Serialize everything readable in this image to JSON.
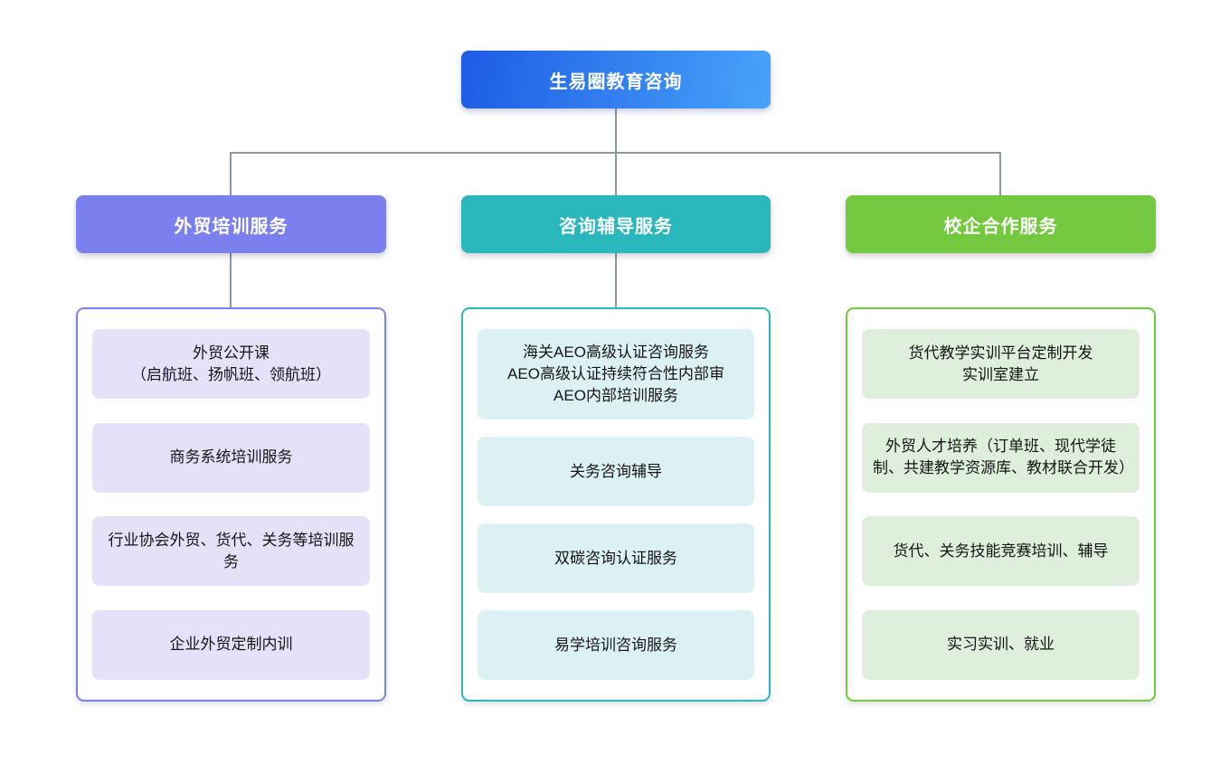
{
  "root": {
    "label": "生易圈教育咨询",
    "colors": {
      "gradient_from": "#1e5ce4",
      "gradient_to": "#47a3fa"
    }
  },
  "connector_color": "#8b97a3",
  "branches": [
    {
      "label": "外贸培训服务",
      "colors": {
        "accent": "#7b80ee",
        "item_bg": "#e4e1f8"
      },
      "items": [
        "外贸公开课\n（启航班、扬帆班、领航班）",
        "商务系统培训服务",
        "行业协会外贸、货代、关务等培训服务",
        "企业外贸定制内训"
      ]
    },
    {
      "label": "咨询辅导服务",
      "colors": {
        "accent": "#29b7bc",
        "item_bg": "#dcf1f3"
      },
      "items": [
        "海关AEO高级认证咨询服务\nAEO高级认证持续符合性内部审\nAEO内部培训服务",
        "关务咨询辅导",
        "双碳咨询认证服务",
        "易学培训咨询服务"
      ]
    },
    {
      "label": "校企合作服务",
      "colors": {
        "accent": "#74c840",
        "item_bg": "#def0dc"
      },
      "items": [
        "货代教学实训平台定制开发\n实训室建立",
        "外贸人才培养（订单班、现代学徒制、共建教学资源库、教材联合开发）",
        "货代、关务技能竞赛培训、辅导",
        "实习实训、就业"
      ]
    }
  ]
}
